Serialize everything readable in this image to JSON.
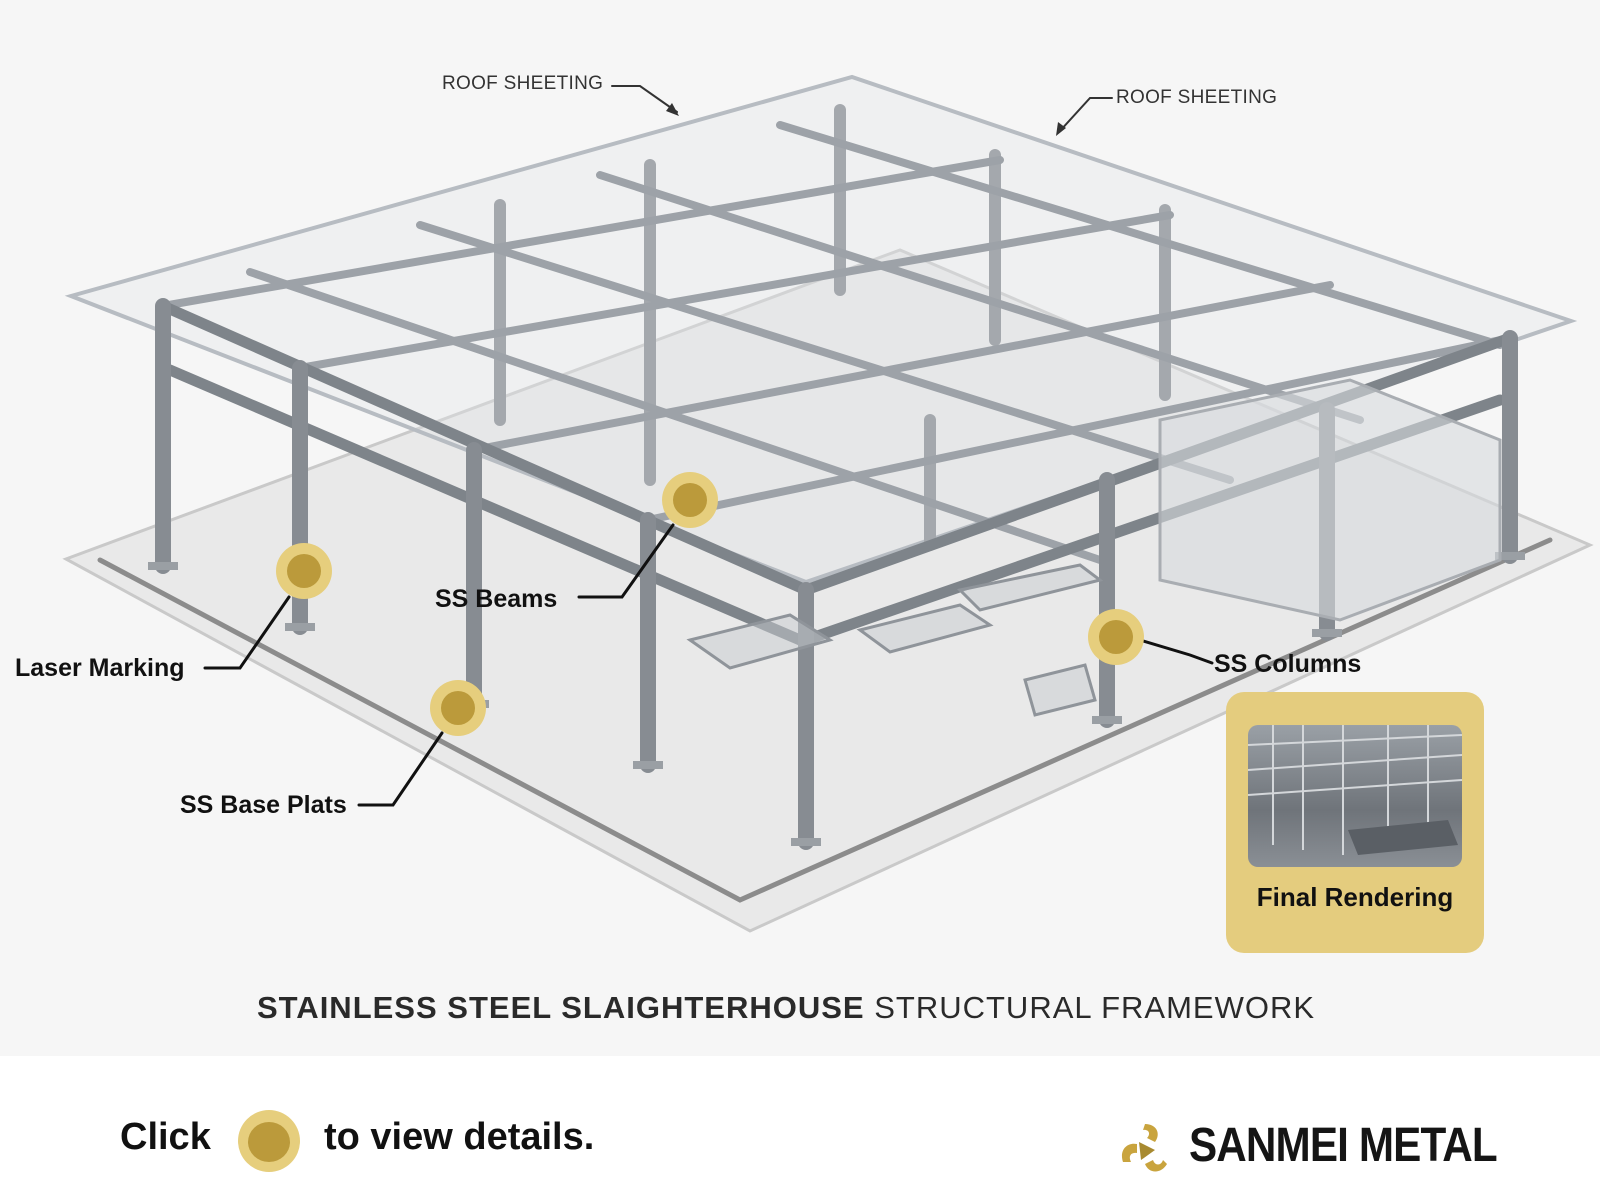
{
  "diagram": {
    "roof_labels": [
      "ROOF SHEETING",
      "ROOF SHEETING"
    ],
    "callouts": {
      "laser_marking": "Laser Marking",
      "ss_beams": "SS Beams",
      "ss_columns": "SS Columns",
      "ss_base_plates": "SS Base Plats"
    },
    "title_bold": "STAINLESS STEEL SLAIGHTERHOUSE",
    "title_regular": "STRUCTURAL FRAMEWORK"
  },
  "final_rendering_card": {
    "label": "Final Rendering"
  },
  "footer": {
    "hint_before": "Click",
    "hint_after": "to view details.",
    "brand": "SANMEI METAL"
  },
  "colors": {
    "hotspot_outer": "#e6ce7d",
    "hotspot_inner": "#bb9a3b",
    "card": "#e4cc7e"
  }
}
